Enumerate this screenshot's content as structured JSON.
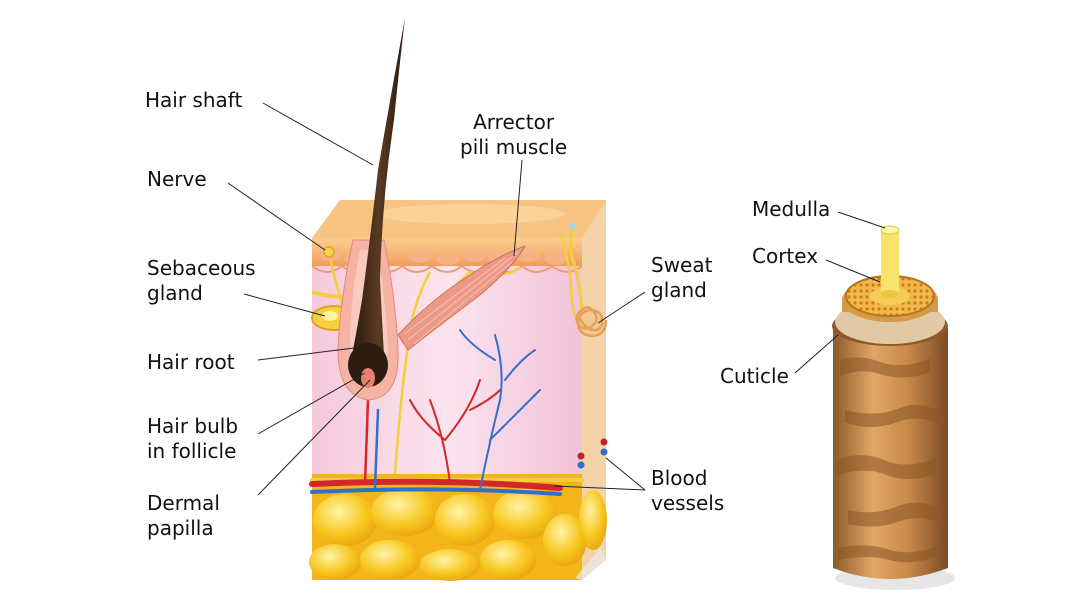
{
  "labels": {
    "hair_shaft": "Hair shaft",
    "nerve": "Nerve",
    "sebaceous_gland": "Sebaceous\ngland",
    "hair_root": "Hair root",
    "hair_bulb": "Hair bulb\nin follicle",
    "dermal_papilla": "Dermal\npapilla",
    "arrector_pili": "Arrector\npili muscle",
    "sweat_gland": "Sweat\ngland",
    "blood_vessels": "Blood\nvessels",
    "medulla": "Medulla",
    "cortex": "Cortex",
    "cuticle": "Cuticle"
  },
  "colors": {
    "epidermis": "#f4a96a",
    "dermis": "#f8d6e6",
    "fat": "#f7c21a",
    "hair": "#3a2415",
    "artery": "#d3262d",
    "vein": "#2f6fd0",
    "nerve": "#f5d34a",
    "muscle": "#ec9a86",
    "cuticle": "#c88a4a"
  }
}
